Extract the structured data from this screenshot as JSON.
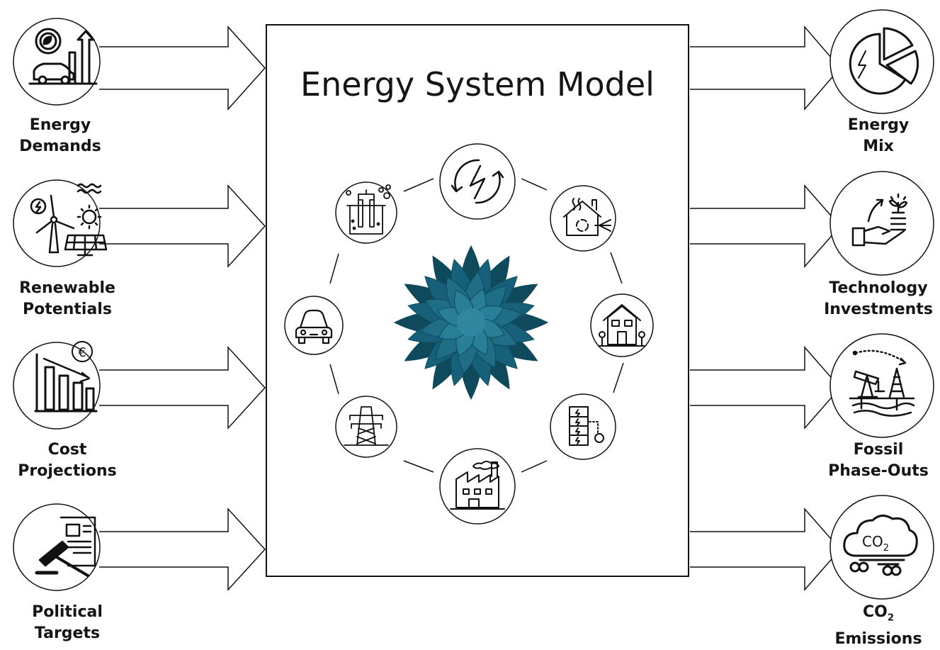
{
  "model": {
    "title": "Energy System Model"
  },
  "inputs": [
    {
      "line1": "Energy",
      "line2": "Demands",
      "icon": "energy-demand-car-chart-icon"
    },
    {
      "line1": "Renewable",
      "line2": "Potentials",
      "icon": "wind-solar-icon"
    },
    {
      "line1": "Cost",
      "line2": "Projections",
      "icon": "declining-cost-chart-euro-icon"
    },
    {
      "line1": "Political",
      "line2": "Targets",
      "icon": "gavel-document-icon"
    }
  ],
  "outputs": [
    {
      "line1": "Energy",
      "line2": "Mix",
      "icon": "pie-chart-lightning-icon"
    },
    {
      "line1": "Technology",
      "line2": "Investments",
      "icon": "hand-plant-investment-icon"
    },
    {
      "line1": "Fossil",
      "line2": "Phase-Outs",
      "icon": "oil-pump-rig-icon"
    },
    {
      "line1": "CO",
      "sub": "2",
      "line2": "Emissions",
      "icon": "co2-cloud-icon",
      "cloud_text": "CO",
      "cloud_sub": "2"
    }
  ],
  "sectors": [
    {
      "icon": "power-cycle-icon"
    },
    {
      "icon": "heat-pump-house-icon"
    },
    {
      "icon": "building-icon"
    },
    {
      "icon": "battery-storage-icon"
    },
    {
      "icon": "factory-icon"
    },
    {
      "icon": "transmission-tower-icon"
    },
    {
      "icon": "car-icon"
    },
    {
      "icon": "electrolyzer-icon"
    }
  ],
  "colors": {
    "flower": "#1f6e86",
    "flower_dark": "#0e4a5c",
    "stroke": "#111111"
  }
}
